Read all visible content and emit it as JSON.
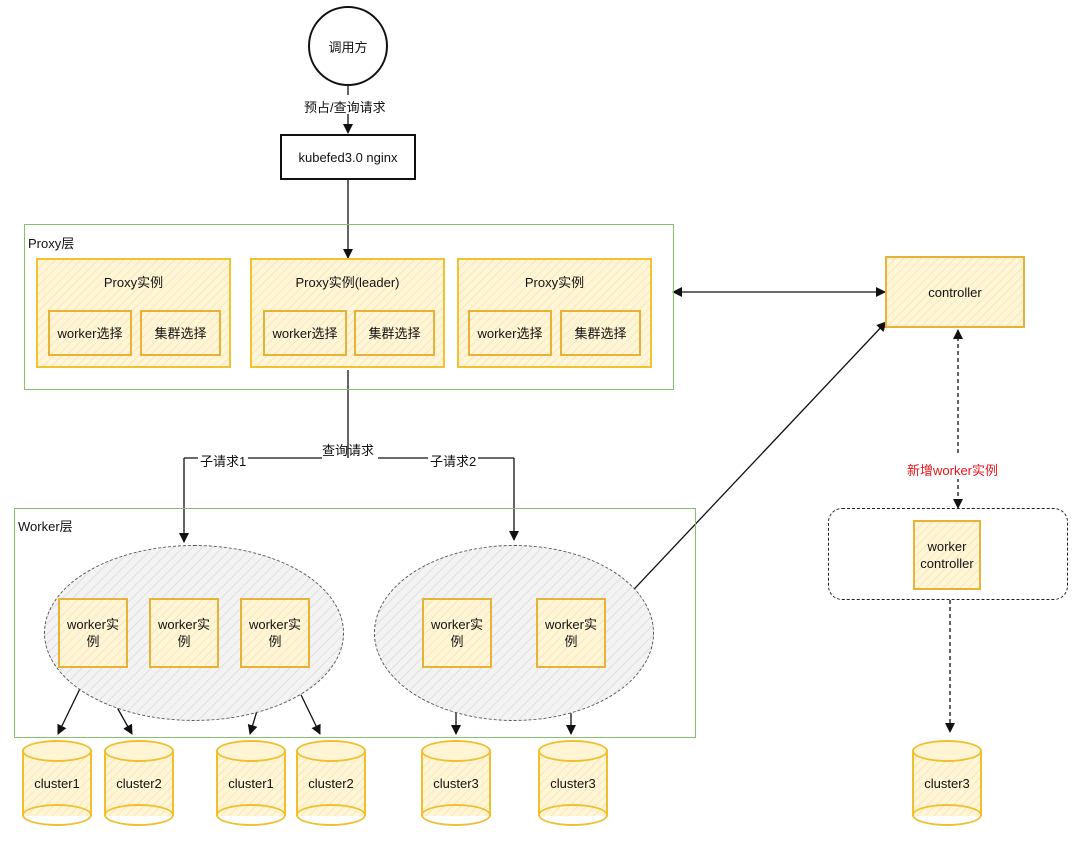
{
  "caller": "调用方",
  "request_label": "预占/查询请求",
  "nginx": "kubefed3.0 nginx",
  "proxy_layer": {
    "title": "Proxy层",
    "instances": [
      {
        "title": "Proxy实例",
        "worker_select": "worker选择",
        "cluster_select": "集群选择"
      },
      {
        "title": "Proxy实例(leader)",
        "worker_select": "worker选择",
        "cluster_select": "集群选择"
      },
      {
        "title": "Proxy实例",
        "worker_select": "worker选择",
        "cluster_select": "集群选择"
      }
    ]
  },
  "controller": "controller",
  "query_label": "查询请求",
  "sub_request_1": "子请求1",
  "sub_request_2": "子请求2",
  "new_worker_label": "新增worker实例",
  "worker_controller_line1": "worker",
  "worker_controller_line2": "controller",
  "worker_layer": {
    "title": "Worker层",
    "workers": [
      {
        "line1": "worker实",
        "line2": "例"
      },
      {
        "line1": "worker实",
        "line2": "例"
      },
      {
        "line1": "worker实",
        "line2": "例"
      },
      {
        "line1": "worker实",
        "line2": "例"
      },
      {
        "line1": "worker实",
        "line2": "例"
      }
    ]
  },
  "clusters": [
    "cluster1",
    "cluster2",
    "cluster1",
    "cluster2",
    "cluster3",
    "cluster3",
    "cluster3"
  ],
  "colors": {
    "accent_yellow": "#f2c233",
    "group_green": "#86c06c",
    "highlight_red": "#e8141b"
  }
}
